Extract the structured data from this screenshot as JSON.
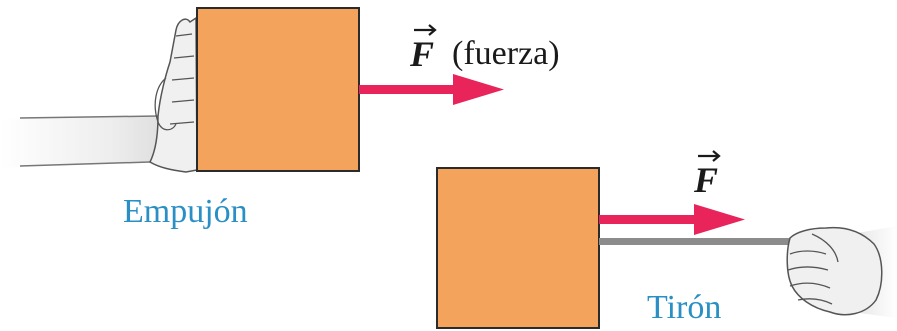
{
  "push_panel": {
    "force_symbol": "F",
    "force_label": "(fuerza)",
    "caption": "Empujón"
  },
  "pull_panel": {
    "force_symbol": "F",
    "caption": "Tirón"
  },
  "colors": {
    "box_fill": "#f4a35d",
    "box_stroke": "#2b2b2b",
    "arrow": "#e8245a",
    "caption": "#2a8fc4",
    "rope": "#8c8c8c",
    "hand_fill": "#f0f0f0",
    "hand_stroke": "#555555",
    "text": "#1a1a1a"
  }
}
